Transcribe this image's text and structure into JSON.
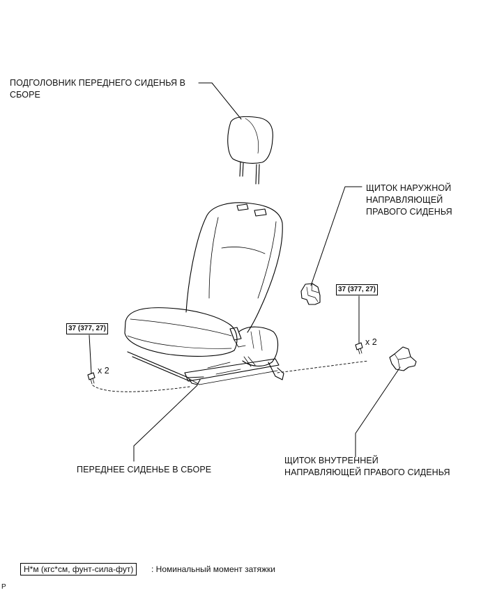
{
  "labels": {
    "headrest": [
      "ПОДГОЛОВНИК ПЕРЕДНЕГО СИДЕНЬЯ В",
      "СБОРЕ"
    ],
    "outer_cover": [
      "ЩИТОК НАРУЖНОЙ",
      "НАПРАВЛЯЮЩЕЙ",
      "ПРАВОГО СИДЕНЬЯ"
    ],
    "front_seat": "ПЕРЕДНЕЕ СИДЕНЬЕ В СБОРЕ",
    "inner_cover": [
      "ЩИТОК ВНУТРЕННЕЙ",
      "НАПРАВЛЯЮЩЕЙ ПРАВОГО СИДЕНЬЯ"
    ]
  },
  "torque": {
    "left": "37 (377, 27)",
    "right": "37 (377, 27)"
  },
  "quantity": {
    "left": "x 2",
    "right": "x 2"
  },
  "legend": {
    "units": "Н*м (кгс*см, фунт-сила-фут)",
    "description": ": Номинальный момент затяжки"
  },
  "corner_code": "P"
}
